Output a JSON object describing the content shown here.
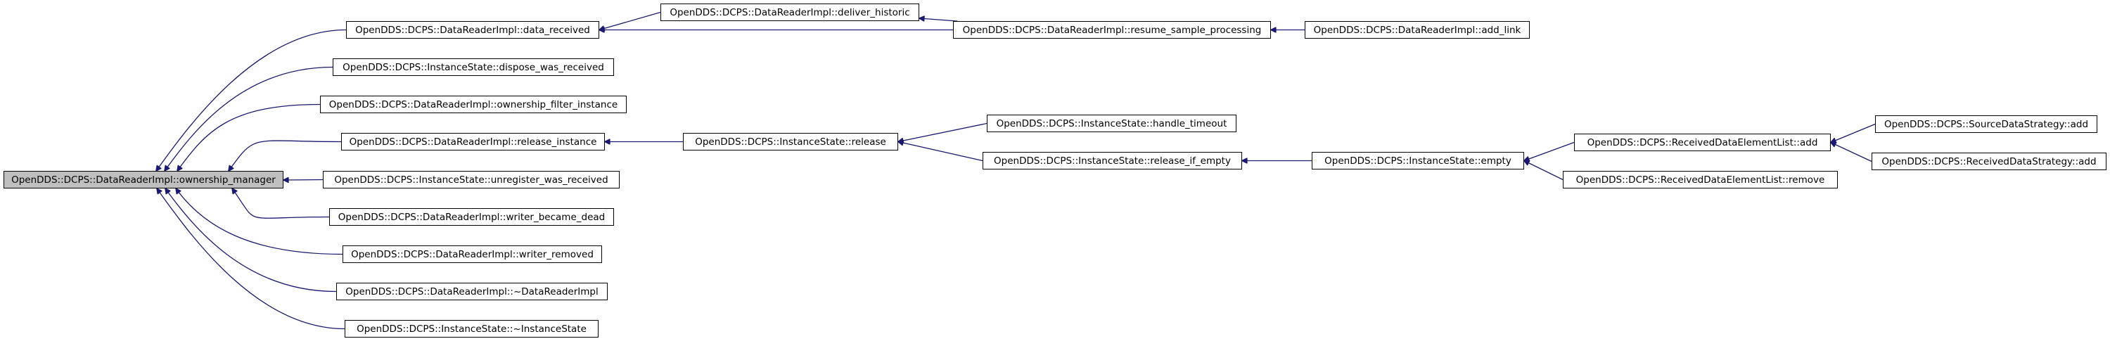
{
  "nodes": {
    "root": "OpenDDS::DCPS::DataReaderImpl::ownership_manager",
    "data_received": "OpenDDS::DCPS::DataReaderImpl::data_received",
    "deliver_historic": "OpenDDS::DCPS::DataReaderImpl::deliver_historic",
    "resume_sample_processing": "OpenDDS::DCPS::DataReaderImpl::resume_sample_processing",
    "add_link": "OpenDDS::DCPS::DataReaderImpl::add_link",
    "dispose_was_received": "OpenDDS::DCPS::InstanceState::dispose_was_received",
    "ownership_filter_instance": "OpenDDS::DCPS::DataReaderImpl::ownership_filter_instance",
    "release_instance": "OpenDDS::DCPS::DataReaderImpl::release_instance",
    "release": "OpenDDS::DCPS::InstanceState::release",
    "handle_timeout": "OpenDDS::DCPS::InstanceState::handle_timeout",
    "release_if_empty": "OpenDDS::DCPS::InstanceState::release_if_empty",
    "empty": "OpenDDS::DCPS::InstanceState::empty",
    "rdel_add": "OpenDDS::DCPS::ReceivedDataElementList::add",
    "source_add": "OpenDDS::DCPS::SourceDataStrategy::add",
    "received_add": "OpenDDS::DCPS::ReceivedDataStrategy::add",
    "rdel_remove": "OpenDDS::DCPS::ReceivedDataElementList::remove",
    "unregister_was_received": "OpenDDS::DCPS::InstanceState::unregister_was_received",
    "writer_became_dead": "OpenDDS::DCPS::DataReaderImpl::writer_became_dead",
    "writer_removed": "OpenDDS::DCPS::DataReaderImpl::writer_removed",
    "dtor_datareader": "OpenDDS::DCPS::DataReaderImpl::~DataReaderImpl",
    "dtor_instancestate": "OpenDDS::DCPS::InstanceState::~InstanceState"
  },
  "edges": [
    {
      "from": "data_received",
      "to": "root"
    },
    {
      "from": "dispose_was_received",
      "to": "root"
    },
    {
      "from": "ownership_filter_instance",
      "to": "root"
    },
    {
      "from": "release_instance",
      "to": "root"
    },
    {
      "from": "unregister_was_received",
      "to": "root"
    },
    {
      "from": "writer_became_dead",
      "to": "root"
    },
    {
      "from": "writer_removed",
      "to": "root"
    },
    {
      "from": "dtor_datareader",
      "to": "root"
    },
    {
      "from": "dtor_instancestate",
      "to": "root"
    },
    {
      "from": "deliver_historic",
      "to": "data_received"
    },
    {
      "from": "resume_sample_processing",
      "to": "data_received"
    },
    {
      "from": "resume_sample_processing",
      "to": "deliver_historic"
    },
    {
      "from": "add_link",
      "to": "resume_sample_processing"
    },
    {
      "from": "release",
      "to": "release_instance"
    },
    {
      "from": "handle_timeout",
      "to": "release"
    },
    {
      "from": "release_if_empty",
      "to": "release"
    },
    {
      "from": "empty",
      "to": "release_if_empty"
    },
    {
      "from": "rdel_add",
      "to": "empty"
    },
    {
      "from": "rdel_remove",
      "to": "empty"
    },
    {
      "from": "source_add",
      "to": "rdel_add"
    },
    {
      "from": "received_add",
      "to": "rdel_add"
    }
  ],
  "colors": {
    "edge": "#191970",
    "root_fill": "#bfbfbf",
    "node_fill": "#ffffff",
    "node_border": "#000000"
  }
}
